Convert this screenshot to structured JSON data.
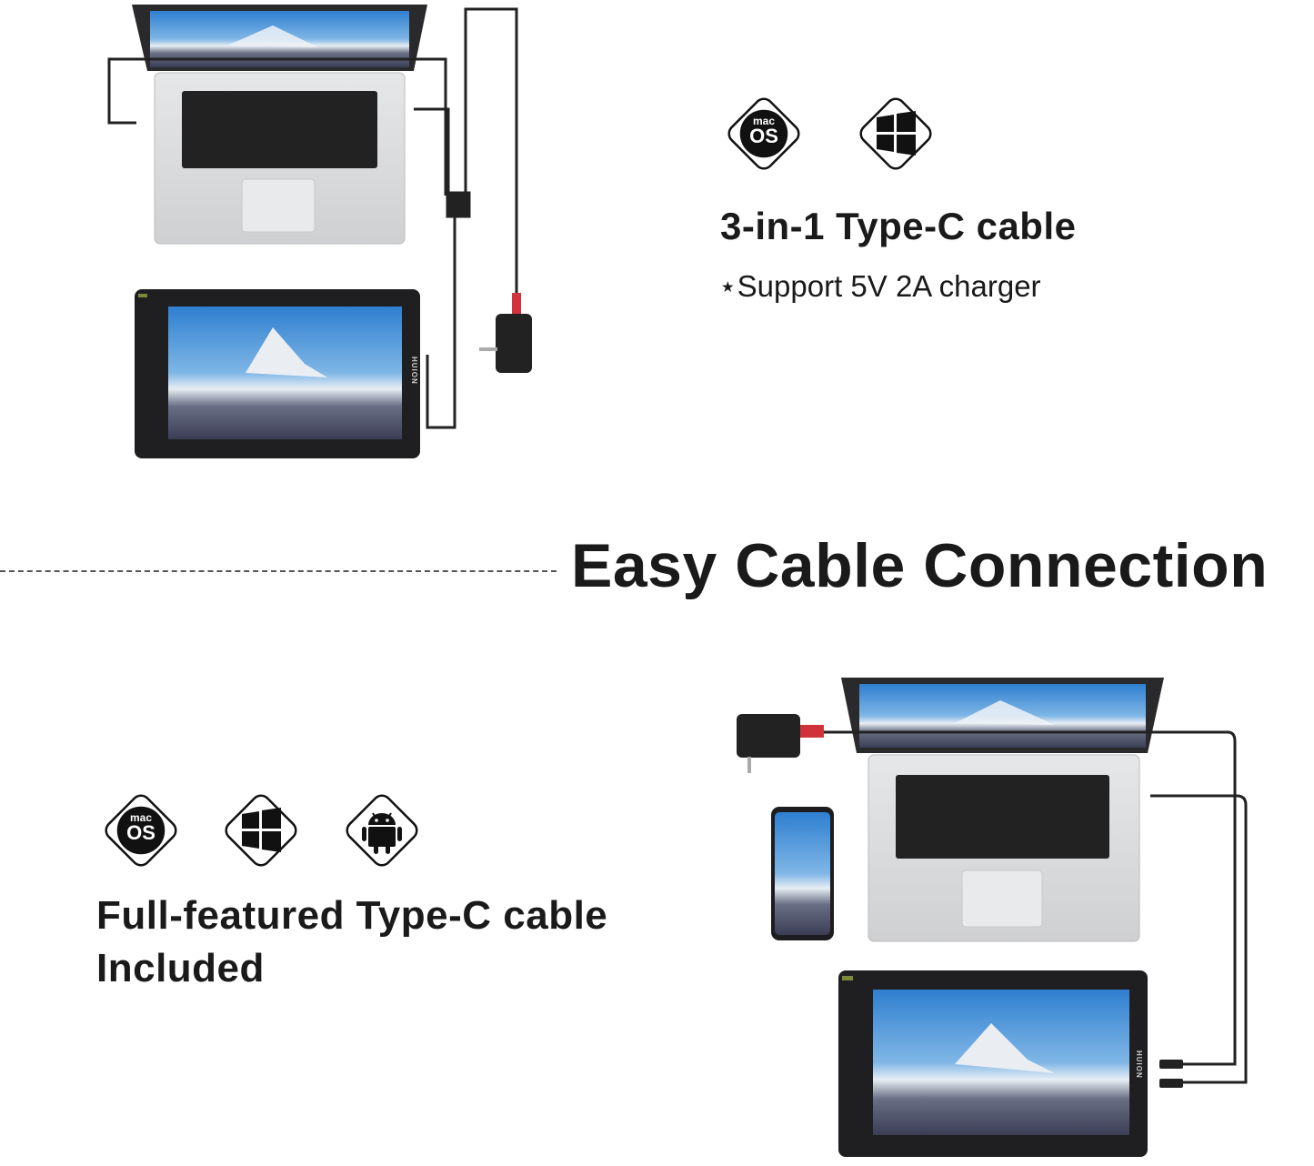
{
  "top_section": {
    "os_icons": [
      "macos-icon",
      "windows-icon"
    ],
    "macos_badge": {
      "line1": "mac",
      "line2": "OS"
    },
    "title": "3-in-1 Type-C cable",
    "subtitle": "⋆Support 5V 2A charger"
  },
  "headline": "Easy Cable Connection",
  "bottom_section": {
    "os_icons": [
      "macos-icon",
      "windows-icon",
      "android-icon"
    ],
    "macos_badge": {
      "line1": "mac",
      "line2": "OS"
    },
    "title_line1": "Full-featured Type-C cable",
    "title_line2": "Included"
  },
  "brand": "HUION",
  "colors": {
    "text": "#1a1a1a",
    "cable_accent": "#d0343a",
    "device_dark": "#1d1d1f",
    "laptop_silver": "#d9dadc"
  }
}
